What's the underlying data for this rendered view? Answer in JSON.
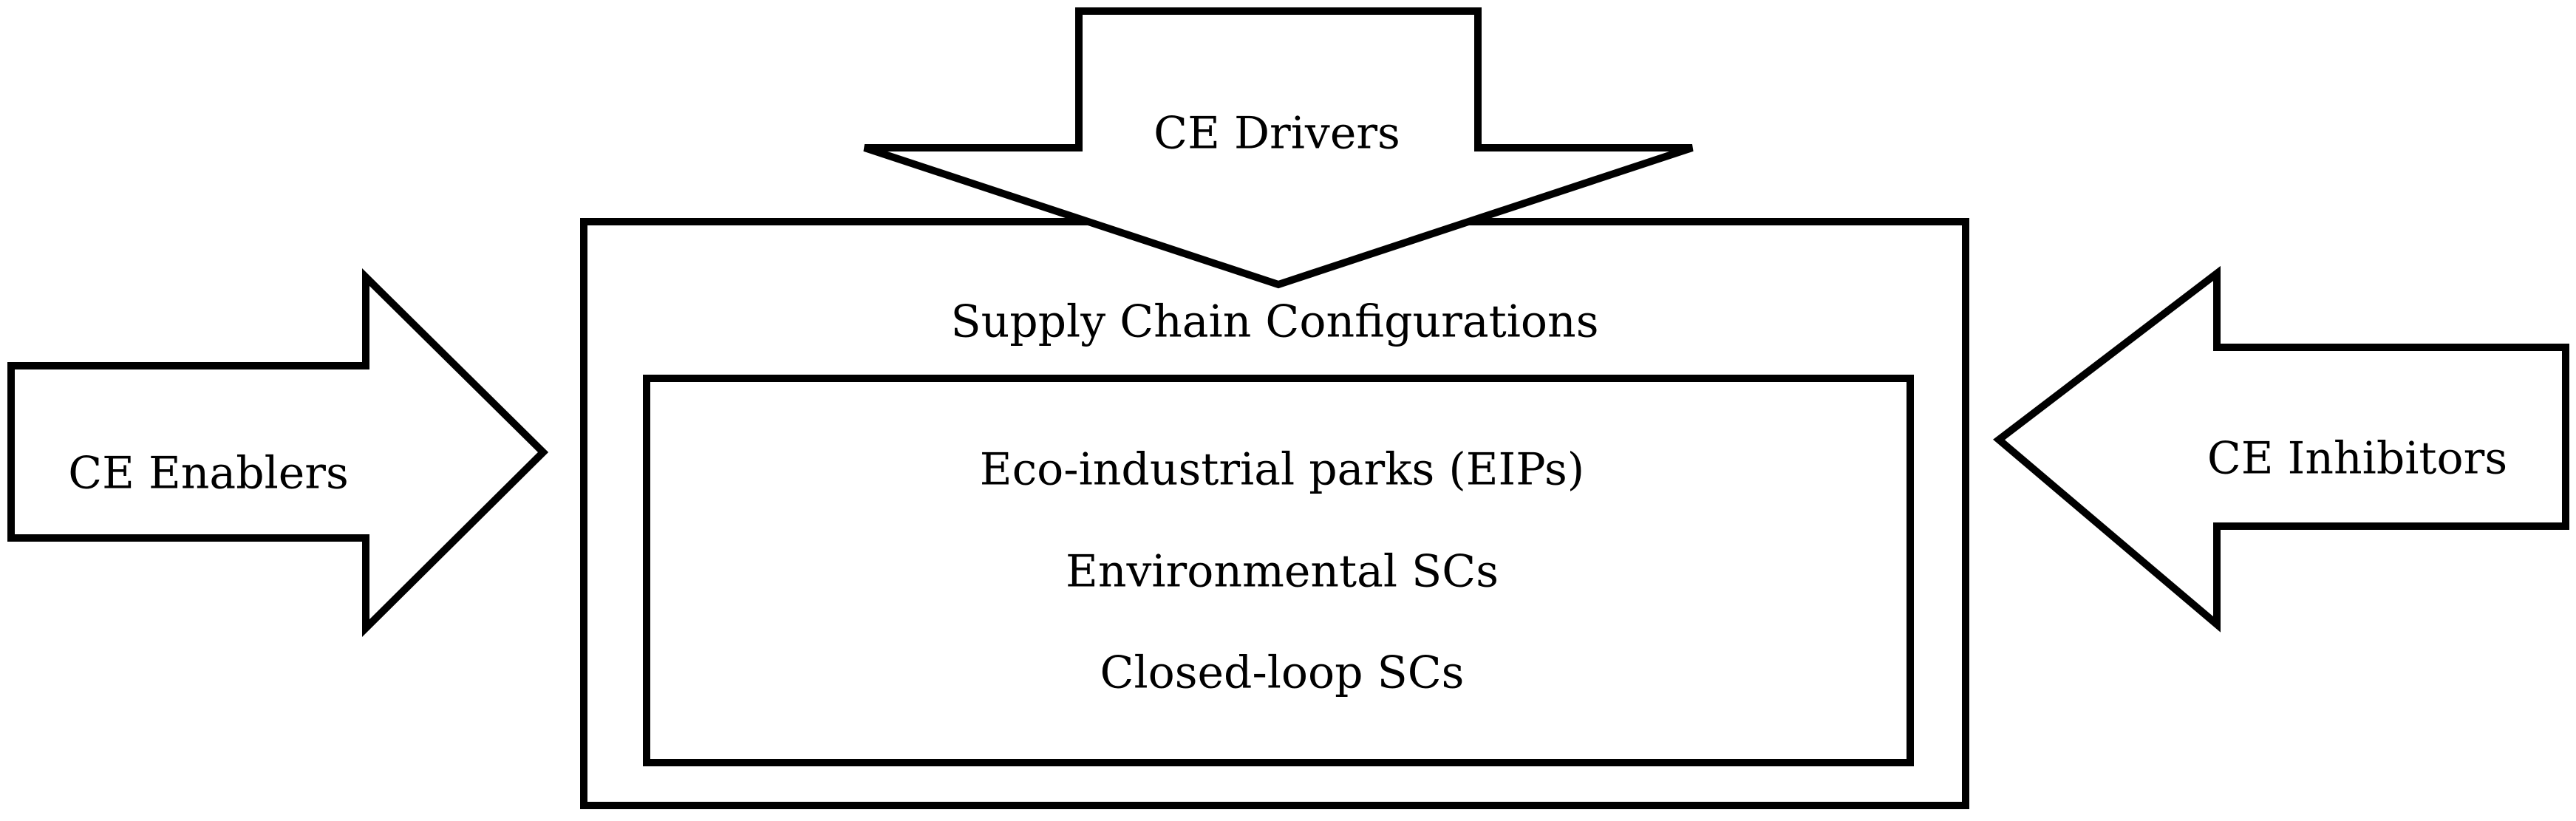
{
  "drivers_label": "CE Drivers",
  "enablers_label": "CE Enablers",
  "inhibitors_label": "CE Inhibitors",
  "outer_box_title": "Supply Chain Configurations",
  "configurations": [
    "Eco-industrial parks (EIPs)",
    "Environmental SCs",
    "Closed-loop SCs"
  ]
}
